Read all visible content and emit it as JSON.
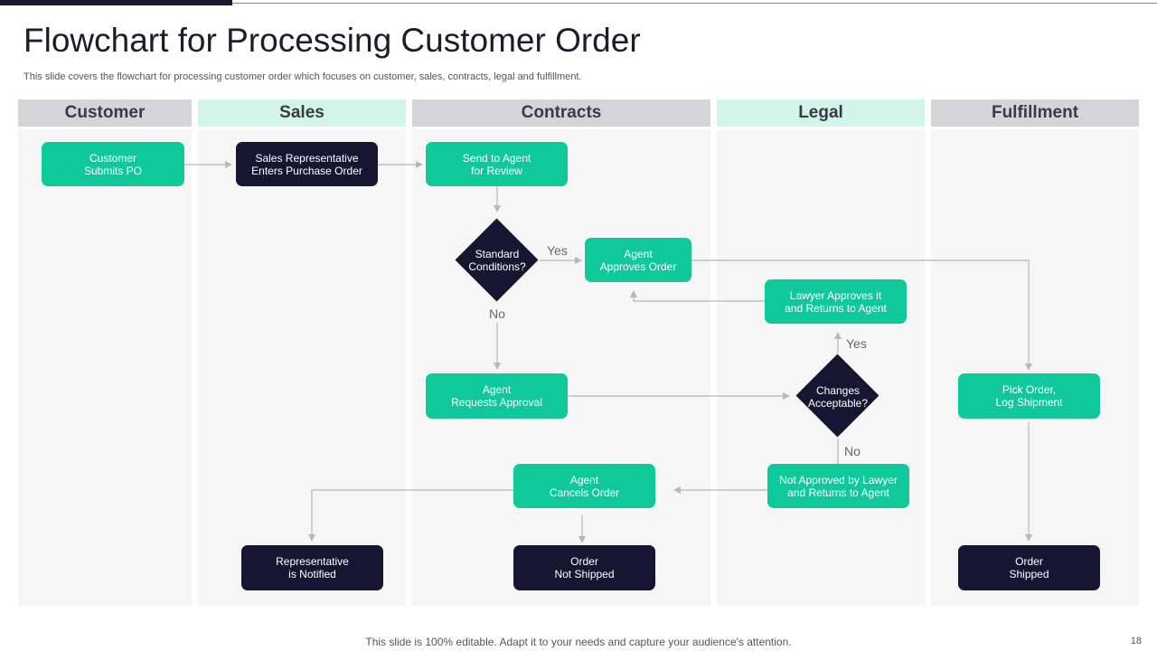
{
  "header": {
    "title": "Flowchart for Processing Customer Order",
    "subtitle": "This slide covers the flowchart for processing customer order which focuses on customer, sales, contracts, legal and fulfillment."
  },
  "lanes": {
    "customer": "Customer",
    "sales": "Sales",
    "contracts": "Contracts",
    "legal": "Legal",
    "fulfillment": "Fulfillment"
  },
  "nodes": {
    "customer_submits_po": "Customer\nSubmits PO",
    "sales_rep_enters_po": "Sales Representative\nEnters Purchase Order",
    "send_to_agent": "Send to Agent\nfor Review",
    "standard_conditions": "Standard\nConditions?",
    "agent_approves_order": "Agent\nApproves Order",
    "lawyer_approves": "Lawyer Approves it\nand Returns to Agent",
    "agent_requests_approval": "Agent\nRequests Approval",
    "changes_acceptable": "Changes\nAcceptable?",
    "pick_order": "Pick Order,\nLog Shipment",
    "agent_cancels_order": "Agent\nCancels Order",
    "not_approved_by_lawyer": "Not Approved by Lawyer\nand Returns to Agent",
    "representative_notified": "Representative\nis Notified",
    "order_not_shipped": "Order\nNot Shipped",
    "order_shipped": "Order\nShipped"
  },
  "edge_labels": {
    "standard_yes": "Yes",
    "standard_no": "No",
    "changes_yes": "Yes",
    "changes_no": "No"
  },
  "footer": {
    "note": "This slide is 100% editable. Adapt it to your needs and capture your audience's attention.",
    "page_number": "18"
  },
  "colors": {
    "green": "#10c99a",
    "dark": "#161633",
    "lane_grey": "#d4d4d9",
    "lane_mint": "#d2f5ea"
  }
}
